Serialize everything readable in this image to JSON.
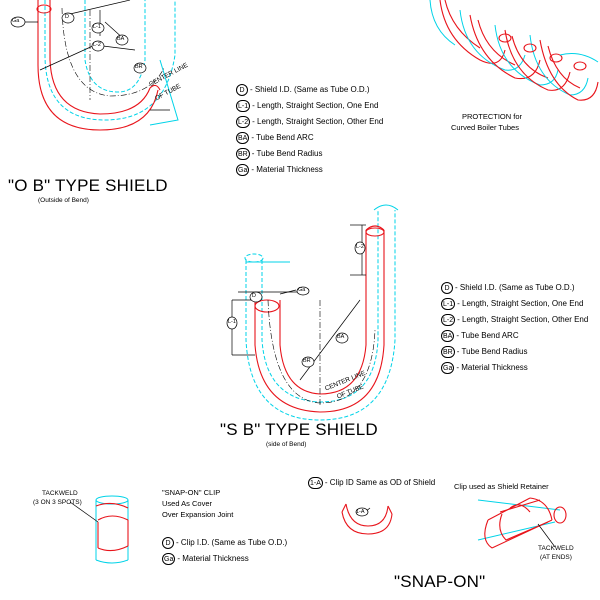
{
  "ob": {
    "title": "\"O B\" TYPE SHIELD",
    "subtitle": "(Outside of Bend)",
    "centerline_1": "CENTER LINE",
    "centerline_2": "OF TUBE",
    "bubbles": [
      "Ga",
      "D",
      "L-1",
      "L-2",
      "BA",
      "BR"
    ],
    "legend": [
      {
        "sym": "D",
        "text": "- Shield I.D. (Same as Tube O.D.)"
      },
      {
        "sym": "L-1",
        "text": "- Length, Straight Section, One End"
      },
      {
        "sym": "L-2",
        "text": "- Length, Straight Section, Other End"
      },
      {
        "sym": "BA",
        "text": "- Tube Bend ARC"
      },
      {
        "sym": "BR",
        "text": "- Tube Bend Radius"
      },
      {
        "sym": "Ga",
        "text": "- Material Thickness"
      }
    ]
  },
  "protection": {
    "line1": "PROTECTION  for",
    "line2": "Curved Boiler Tubes"
  },
  "sb": {
    "title": "\"S B\" TYPE SHIELD",
    "subtitle": "(side of Bend)",
    "centerline_1": "CENTER LINE",
    "centerline_2": "OF TUBE",
    "bubbles": [
      "D",
      "Ga",
      "L-1",
      "L-2",
      "BA",
      "BR"
    ],
    "legend": [
      {
        "sym": "D",
        "text": "- Shield I.D. (Same as Tube O.D.)"
      },
      {
        "sym": "L-1",
        "text": "- Length, Straight Section, One End"
      },
      {
        "sym": "L-2",
        "text": "- Length, Straight Section, Other End"
      },
      {
        "sym": "BA",
        "text": "- Tube Bend ARC"
      },
      {
        "sym": "BR",
        "text": "- Tube Bend Radius"
      },
      {
        "sym": "Ga",
        "text": "- Material Thickness"
      }
    ]
  },
  "snap": {
    "title": "\"SNAP-ON\"",
    "tackweld_1": "TACKWELD",
    "tackweld_2": "(3 ON 3 SPOTS)",
    "clip_title_1": "\"SNAP-ON\" CLIP",
    "clip_title_2": "Used As Cover",
    "clip_title_3": "Over Expansion Joint",
    "legend": [
      {
        "sym": "D",
        "text": "- Clip I.D. (Same as Tube O.D.)"
      },
      {
        "sym": "Ga",
        "text": "- Material Thickness"
      }
    ],
    "clip_id": {
      "sym": "1-A",
      "text": "- Clip ID Same as OD of Shield"
    },
    "clip_bubble": "1-A",
    "retainer": "Clip used as Shield Retainer",
    "tackweld_ends_1": "TACKWELD",
    "tackweld_ends_2": "(AT ENDS)"
  },
  "colors": {
    "shield": "#e8141b",
    "tube": "#00d3e8",
    "line": "#000000"
  }
}
